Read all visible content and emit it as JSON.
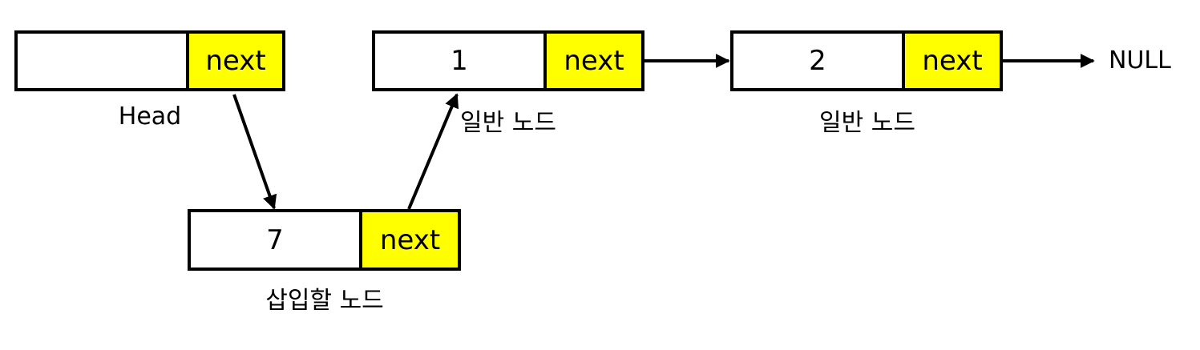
{
  "nodes": {
    "head": {
      "value": "",
      "next_label": "next",
      "caption": "Head"
    },
    "node1": {
      "value": "1",
      "next_label": "next",
      "caption": "일반 노드"
    },
    "node2": {
      "value": "2",
      "next_label": "next",
      "caption": "일반 노드"
    },
    "inserted": {
      "value": "7",
      "next_label": "next",
      "caption": "삽입할 노드"
    }
  },
  "terminal": "NULL",
  "colors": {
    "next_fill": "#ffff00",
    "border": "#000000",
    "background": "#ffffff"
  }
}
